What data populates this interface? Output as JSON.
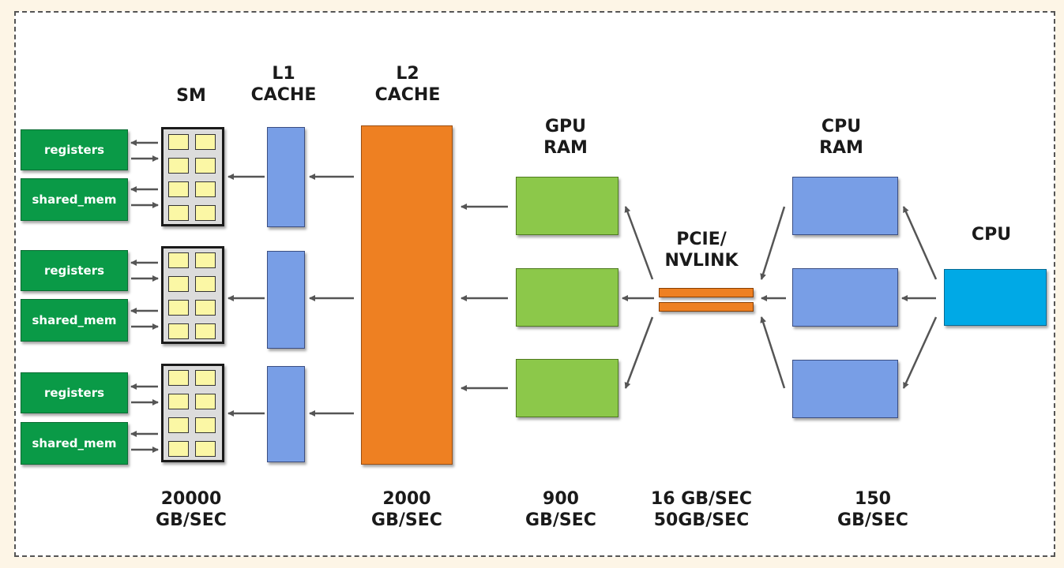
{
  "labels": {
    "sm": "SM",
    "l1": "L1\nCACHE",
    "l2": "L2\nCACHE",
    "gpu_ram": "GPU\nRAM",
    "cpu_ram": "CPU\nRAM",
    "pcie": "PCIE/\nNVLINK",
    "cpu": "CPU"
  },
  "units": {
    "registers": "registers",
    "shared_mem": "shared_mem"
  },
  "bandwidth": {
    "sm": "20000\nGB/SEC",
    "l2": "2000\nGB/SEC",
    "gpu_ram": "900\nGB/SEC",
    "pcie": "16 GB/SEC\n50GB/SEC",
    "cpu_ram": "150\nGB/SEC"
  },
  "colors": {
    "registers": "#0a9a47",
    "l1_cache": "#789ee6",
    "l2_cache": "#ee8022",
    "gpu_ram": "#8cc84a",
    "cpu_ram": "#789ee6",
    "cpu": "#00a9e6",
    "arrow": "#555555"
  }
}
